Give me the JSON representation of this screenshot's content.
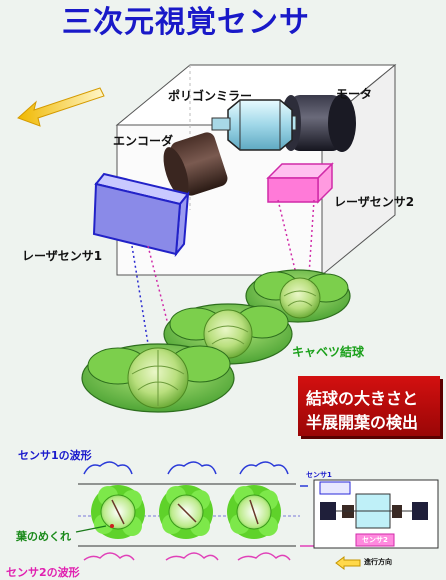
{
  "title": "三次元視覚センサ",
  "labels": {
    "motor": "モータ",
    "polygon_mirror": "ポリゴンミラー",
    "encoder": "エンコーダ",
    "laser_sensor_2": "レーザセンサ2",
    "laser_sensor_1": "レーザセンサ1",
    "cabbage_head": "キャベツ結球"
  },
  "callout": {
    "line1": "結球の大きさと",
    "line2": "半展開葉の検出"
  },
  "bottom": {
    "sensor1_waveform": "センサ1の波形",
    "sensor2_waveform": "センサ2の波形",
    "leaf_curl": "葉のめくれ",
    "sensor1_tag": "センサ1",
    "sensor2_tag": "センサ2",
    "direction": "進行方向"
  },
  "colors": {
    "title": "#1919c8",
    "label_green": "#1aa01a",
    "callout_red": "#c00c0c",
    "sensor1": "#6a6ad8",
    "sensor2": "#ff7ad8"
  }
}
